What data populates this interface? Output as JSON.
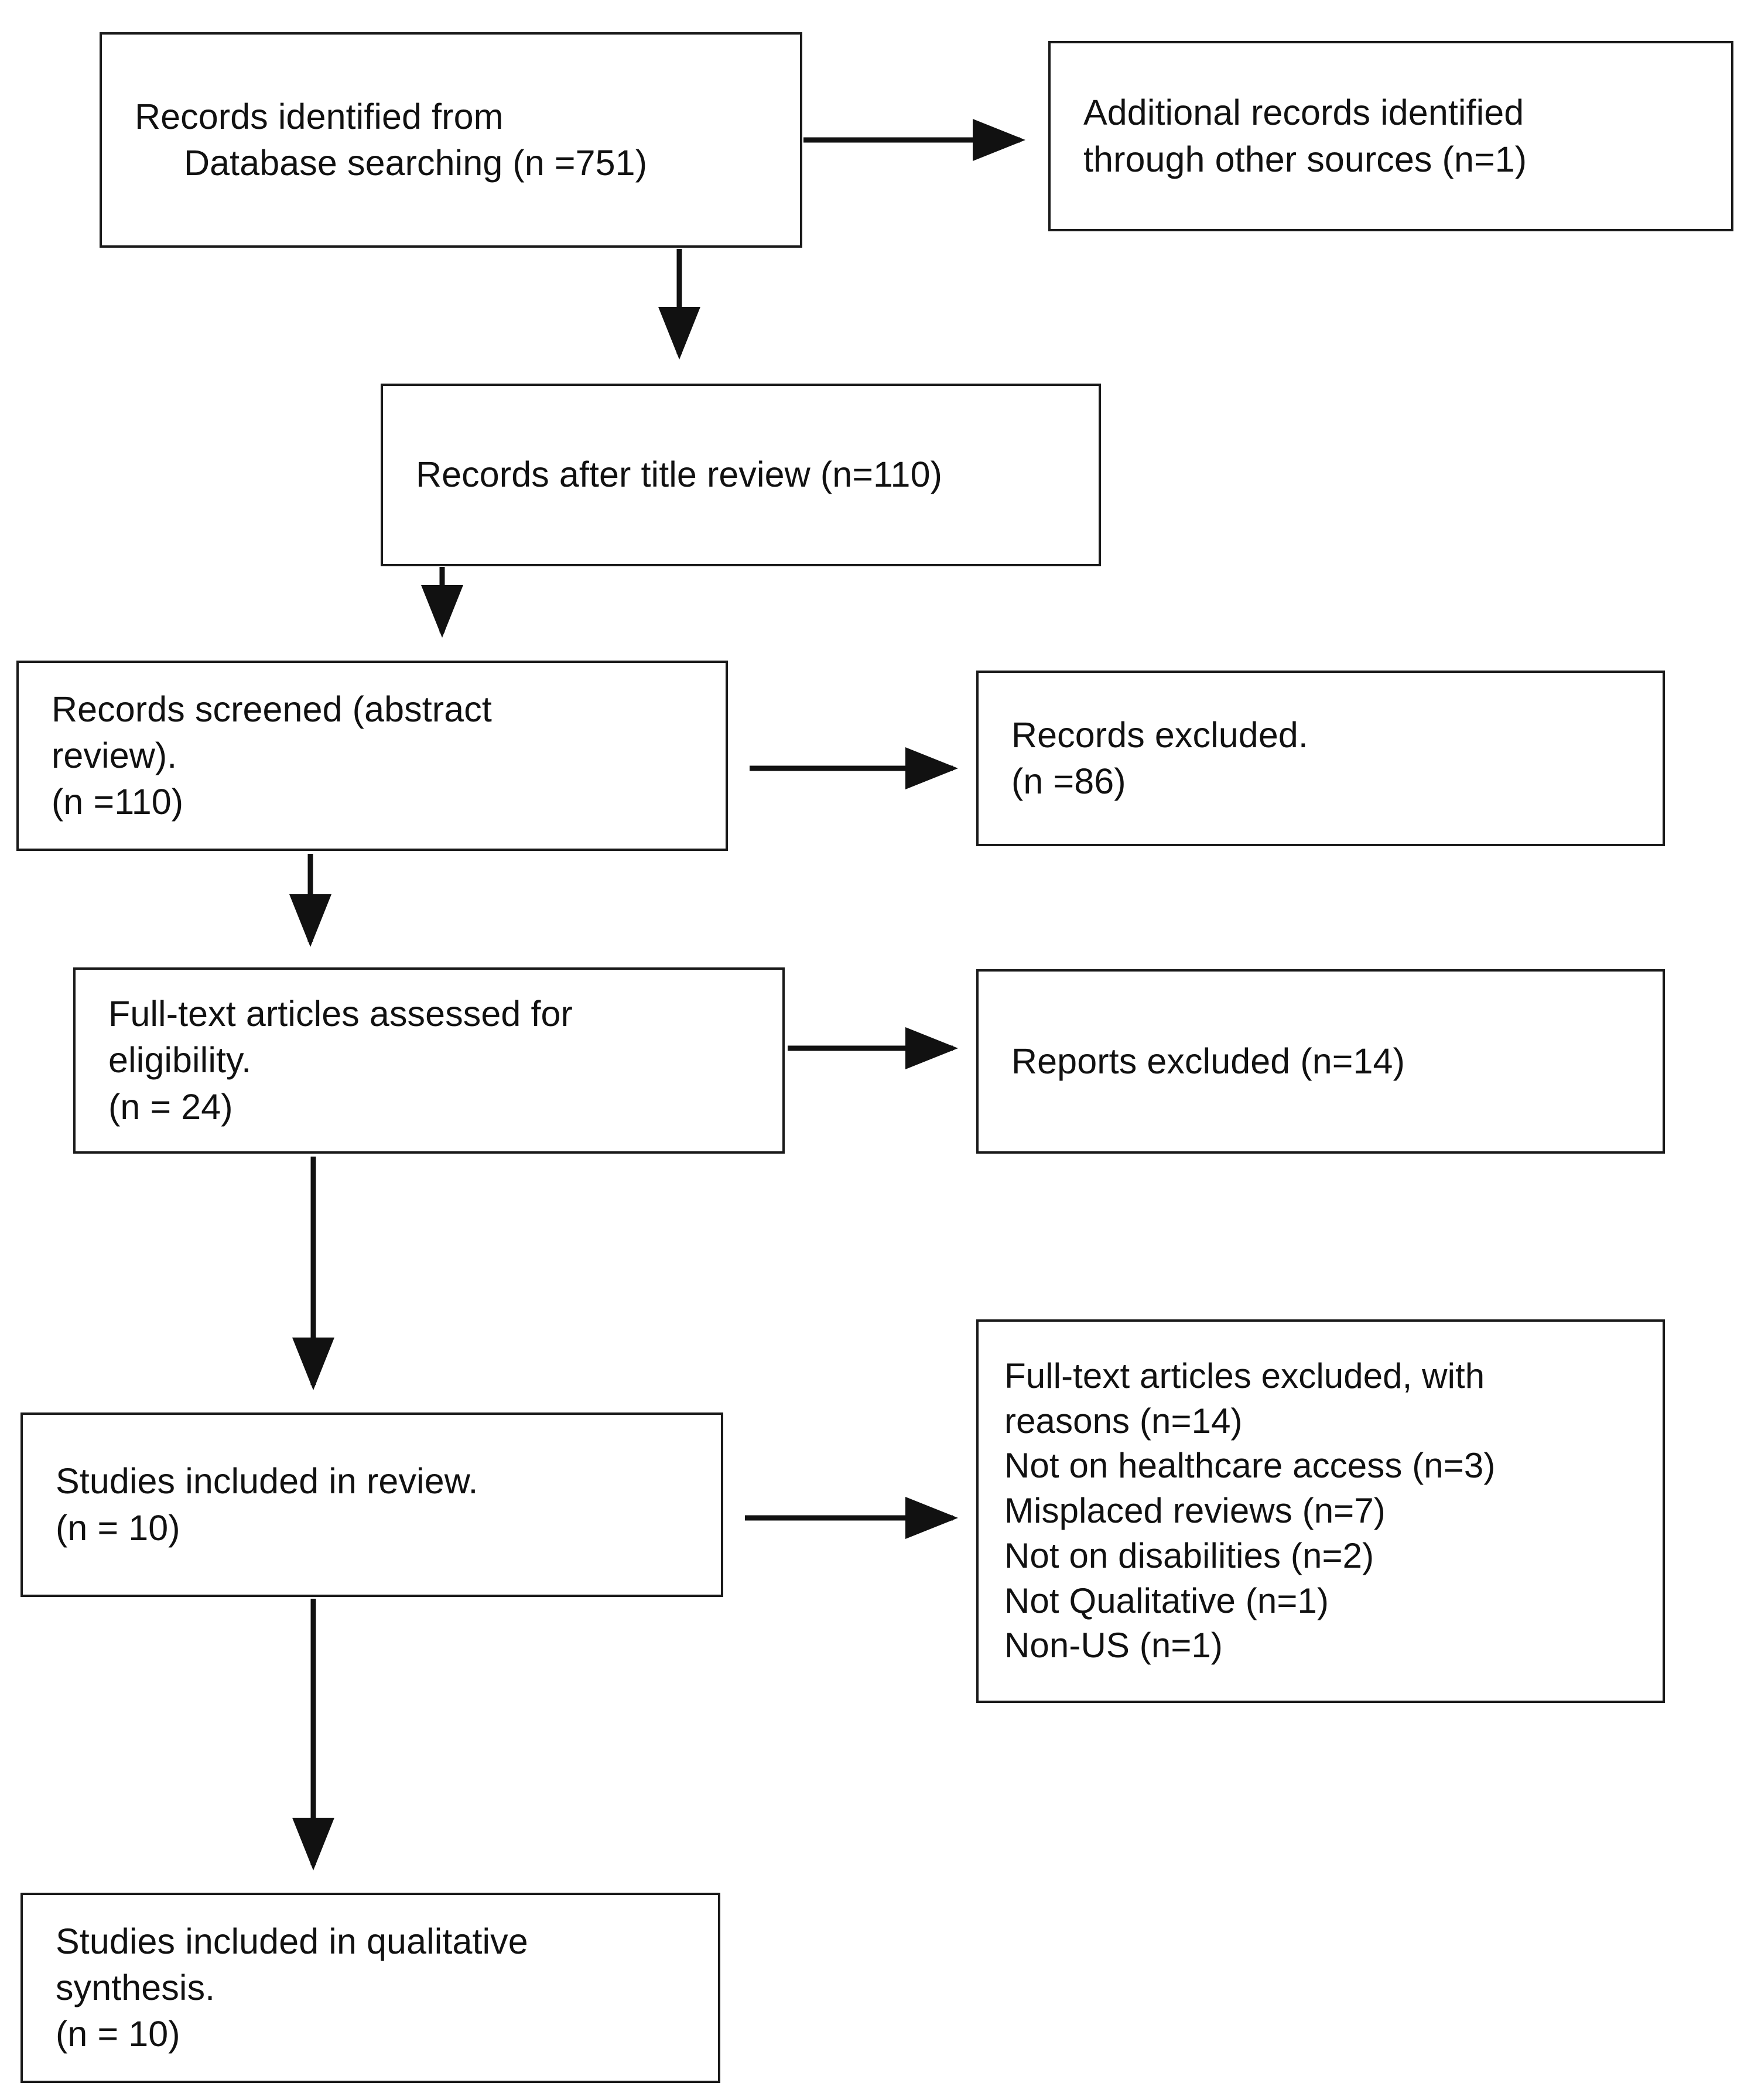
{
  "diagram": {
    "title": "PRISMA study selection flow diagram",
    "type": "flowchart",
    "stroke_color": "#1a1a1a",
    "background_color": "#ffffff",
    "boxes": [
      {
        "id": "identified",
        "line1": "Records identified from",
        "line2": "Database searching (n =751)"
      },
      {
        "id": "additional",
        "text": "Additional records identified\nthrough other sources (n=1)"
      },
      {
        "id": "title_review",
        "text": "Records after title review (n=110)"
      },
      {
        "id": "screened",
        "text": "Records screened (abstract\nreview).\n(n =110)"
      },
      {
        "id": "records_excluded",
        "text": "Records excluded.\n(n =86)"
      },
      {
        "id": "fulltext_assessed",
        "text": "Full-text articles assessed for\neligibility.\n(n = 24)"
      },
      {
        "id": "reports_excluded",
        "text": "Reports excluded (n=14)"
      },
      {
        "id": "included_review",
        "text": "Studies included in review.\n(n = 10)"
      },
      {
        "id": "qualitative_synthesis",
        "text": "Studies included in qualitative\nsynthesis.\n(n = 10)"
      }
    ],
    "exclusion_reasons": {
      "heading_line1": "Full-text articles excluded, with",
      "heading_line2": "reasons (n=14)",
      "items": [
        "Not on healthcare access (n=3)",
        "Misplaced reviews (n=7)",
        "Not on disabilities (n=2)",
        "Not Qualitative (n=1)",
        "Non-US (n=1)"
      ]
    },
    "counts": {
      "database_searching": 751,
      "other_sources": 1,
      "after_title_review": 110,
      "screened_abstract": 110,
      "records_excluded": 86,
      "fulltext_assessed": 24,
      "reports_excluded": 14,
      "included_in_review": 10,
      "included_in_qualitative_synthesis": 10,
      "reason_not_healthcare_access": 3,
      "reason_misplaced_reviews": 7,
      "reason_not_disabilities": 2,
      "reason_not_qualitative": 1,
      "reason_non_us": 1
    }
  }
}
